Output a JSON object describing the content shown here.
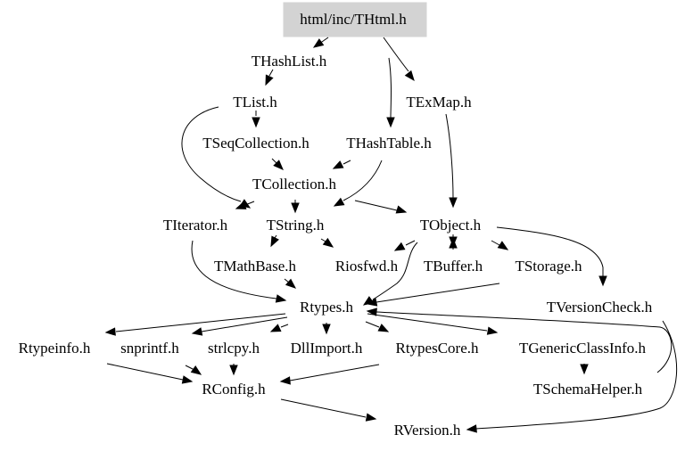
{
  "graph": {
    "title": "html/inc/THtml.h",
    "root": "html/inc/THtml.h",
    "colors": {
      "root_fill": "#d3d3d3",
      "edge": "#000000",
      "text": "#000000",
      "background": "#ffffff"
    },
    "nodes": [
      {
        "id": "THtml",
        "label": "html/inc/THtml.h"
      },
      {
        "id": "THashList",
        "label": "THashList.h"
      },
      {
        "id": "TExMap",
        "label": "TExMap.h"
      },
      {
        "id": "TList",
        "label": "TList.h"
      },
      {
        "id": "TSeqCollection",
        "label": "TSeqCollection.h"
      },
      {
        "id": "THashTable",
        "label": "THashTable.h"
      },
      {
        "id": "TCollection",
        "label": "TCollection.h"
      },
      {
        "id": "TIterator",
        "label": "TIterator.h"
      },
      {
        "id": "TString",
        "label": "TString.h"
      },
      {
        "id": "TObject",
        "label": "TObject.h"
      },
      {
        "id": "TMathBase",
        "label": "TMathBase.h"
      },
      {
        "id": "Riosfwd",
        "label": "Riosfwd.h"
      },
      {
        "id": "TBuffer",
        "label": "TBuffer.h"
      },
      {
        "id": "TStorage",
        "label": "TStorage.h"
      },
      {
        "id": "TVersionCheck",
        "label": "TVersionCheck.h"
      },
      {
        "id": "Rtypes",
        "label": "Rtypes.h"
      },
      {
        "id": "Rtypeinfo",
        "label": "Rtypeinfo.h"
      },
      {
        "id": "snprintf",
        "label": "snprintf.h"
      },
      {
        "id": "strlcpy",
        "label": "strlcpy.h"
      },
      {
        "id": "DllImport",
        "label": "DllImport.h"
      },
      {
        "id": "RtypesCore",
        "label": "RtypesCore.h"
      },
      {
        "id": "TGenericClassInfo",
        "label": "TGenericClassInfo.h"
      },
      {
        "id": "TSchemaHelper",
        "label": "TSchemaHelper.h"
      },
      {
        "id": "RConfig",
        "label": "RConfig.h"
      },
      {
        "id": "RVersion",
        "label": "RVersion.h"
      }
    ],
    "edges": [
      {
        "from": "THtml",
        "to": "THashList"
      },
      {
        "from": "THtml",
        "to": "TExMap"
      },
      {
        "from": "THtml",
        "to": "THashTable"
      },
      {
        "from": "THashList",
        "to": "TList"
      },
      {
        "from": "TList",
        "to": "TSeqCollection"
      },
      {
        "from": "TList",
        "to": "TIterator"
      },
      {
        "from": "TSeqCollection",
        "to": "TCollection"
      },
      {
        "from": "THashTable",
        "to": "TCollection"
      },
      {
        "from": "THashTable",
        "to": "TString"
      },
      {
        "from": "TExMap",
        "to": "TObject"
      },
      {
        "from": "TCollection",
        "to": "TIterator"
      },
      {
        "from": "TCollection",
        "to": "TString"
      },
      {
        "from": "TCollection",
        "to": "TObject"
      },
      {
        "from": "TString",
        "to": "TMathBase"
      },
      {
        "from": "TString",
        "to": "Riosfwd"
      },
      {
        "from": "TIterator",
        "to": "Rtypes"
      },
      {
        "from": "TObject",
        "to": "Riosfwd"
      },
      {
        "from": "TObject",
        "to": "TBuffer"
      },
      {
        "from": "TBuffer",
        "to": "TObject"
      },
      {
        "from": "TObject",
        "to": "TStorage"
      },
      {
        "from": "TObject",
        "to": "TVersionCheck"
      },
      {
        "from": "TObject",
        "to": "Rtypes"
      },
      {
        "from": "TMathBase",
        "to": "Rtypes"
      },
      {
        "from": "TStorage",
        "to": "Rtypes"
      },
      {
        "from": "TVersionCheck",
        "to": "RVersion"
      },
      {
        "from": "Rtypes",
        "to": "Rtypeinfo"
      },
      {
        "from": "Rtypes",
        "to": "snprintf"
      },
      {
        "from": "Rtypes",
        "to": "strlcpy"
      },
      {
        "from": "Rtypes",
        "to": "DllImport"
      },
      {
        "from": "Rtypes",
        "to": "RtypesCore"
      },
      {
        "from": "Rtypes",
        "to": "TGenericClassInfo"
      },
      {
        "from": "TGenericClassInfo",
        "to": "TSchemaHelper"
      },
      {
        "from": "TSchemaHelper",
        "to": "Rtypes"
      },
      {
        "from": "Rtypeinfo",
        "to": "RConfig"
      },
      {
        "from": "snprintf",
        "to": "RConfig"
      },
      {
        "from": "strlcpy",
        "to": "RConfig"
      },
      {
        "from": "RtypesCore",
        "to": "RConfig"
      },
      {
        "from": "RConfig",
        "to": "RVersion"
      }
    ]
  }
}
